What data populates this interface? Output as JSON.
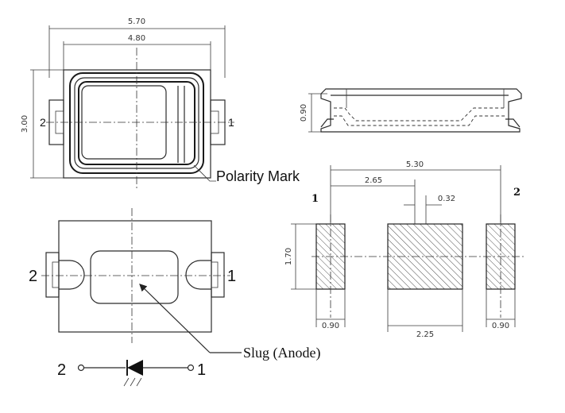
{
  "top_view": {
    "dim_width_outer": "5.70",
    "dim_width_inner": "4.80",
    "dim_height": "3.00",
    "pin_left": "2",
    "pin_right": "1",
    "polarity_label": "Polarity Mark"
  },
  "side_view": {
    "dim_height": "0.90"
  },
  "pad_layout": {
    "dim_total": "5.30",
    "dim_center": "2.65",
    "dim_gap": "0.32",
    "dim_pad_height": "1.70",
    "dim_left_pad": "0.90",
    "dim_center_pad": "2.25",
    "dim_right_pad": "0.90",
    "pin_left": "1",
    "pin_right": "2"
  },
  "bottom_view": {
    "pin_left": "2",
    "pin_right": "1",
    "slug_label": "Slug (Anode)"
  },
  "schematic": {
    "pin_left": "2",
    "pin_right": "1"
  }
}
